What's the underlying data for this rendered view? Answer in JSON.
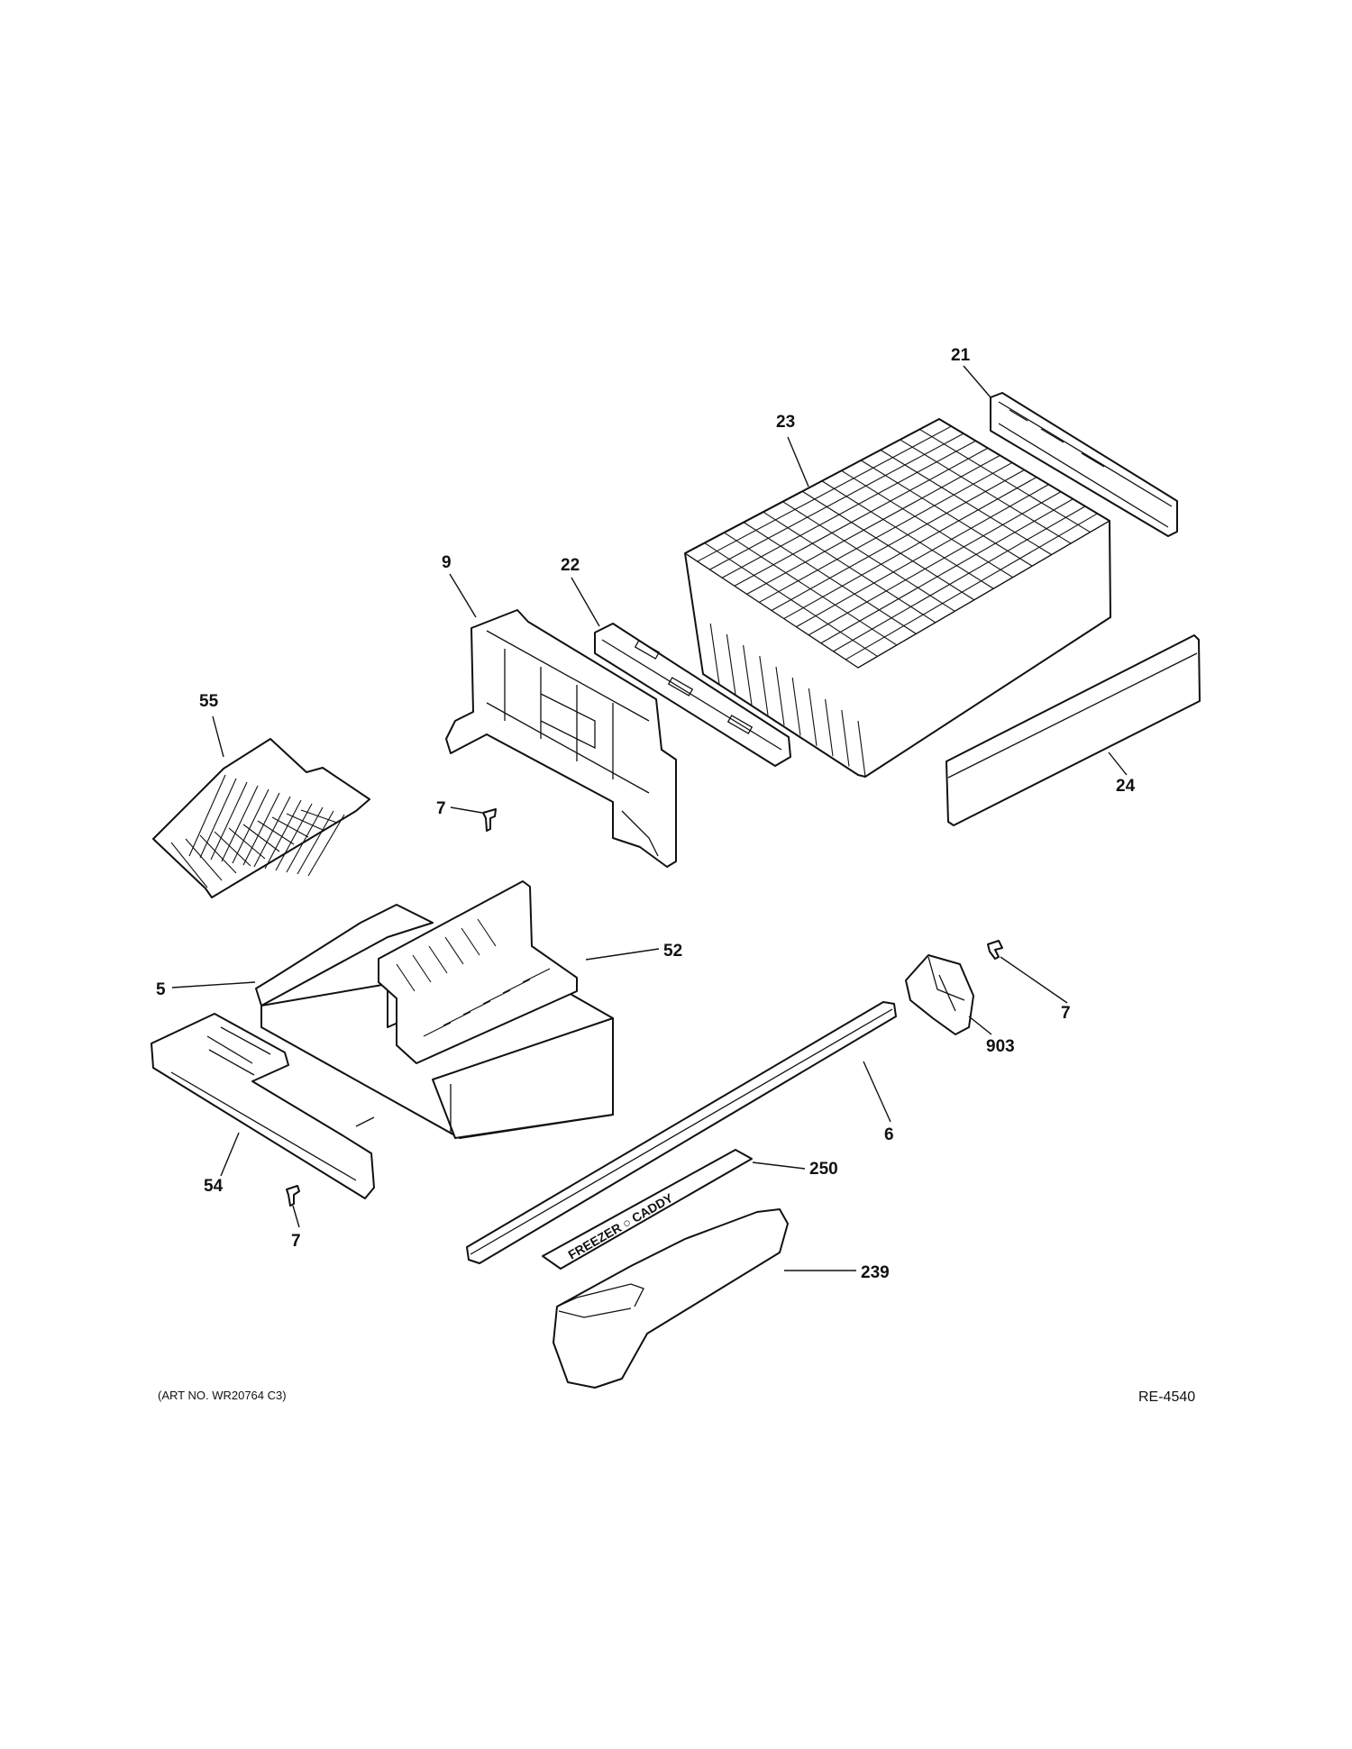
{
  "callouts": {
    "c21": "21",
    "c23": "23",
    "c9": "9",
    "c22": "22",
    "c55": "55",
    "c7a": "7",
    "c24": "24",
    "c52": "52",
    "c5": "5",
    "c7b": "7",
    "c903": "903",
    "c6": "6",
    "c54": "54",
    "c250": "250",
    "c7c": "7",
    "c239": "239"
  },
  "caddy_label": "FREEZER ○ CADDY",
  "footer": {
    "art_no": "(ART NO. WR20764 C3)",
    "ref": "RE-4540"
  }
}
